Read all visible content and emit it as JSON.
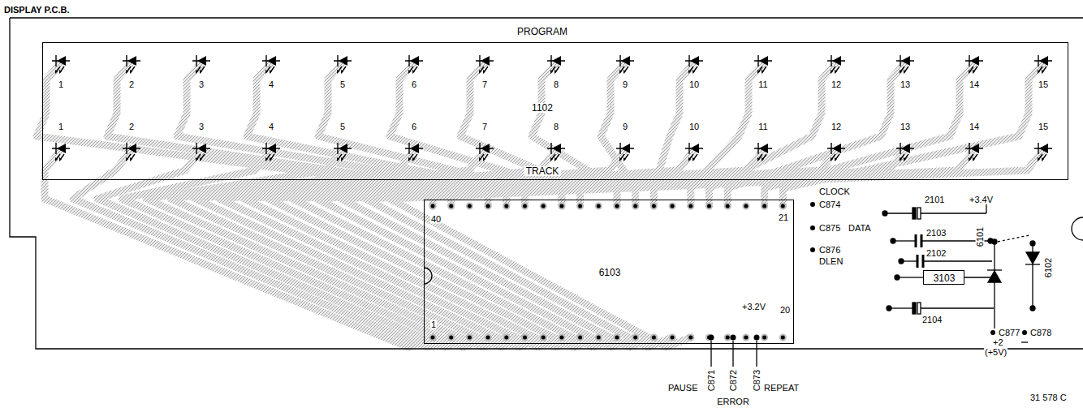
{
  "diagram": {
    "nodes": [
      {
        "text": [
          "PROGRAM",
          "1102",
          "TRACK"
        ]
      },
      {
        "text": [
          "6103"
        ]
      },
      {
        "text": [
          "3103"
        ]
      }
    ],
    "labels": [
      "DISPLAY P.C.B.",
      "1",
      "2",
      "3",
      "4",
      "5",
      "6",
      "7",
      "8",
      "9",
      "10",
      "11",
      "12",
      "13",
      "14",
      "15",
      "1",
      "2",
      "3",
      "4",
      "5",
      "6",
      "7",
      "8",
      "9",
      "10",
      "11",
      "12",
      "13",
      "14",
      "15",
      "40",
      "21",
      "1",
      "20",
      "+3.2V",
      "CLOCK",
      "C874",
      "C875",
      "DATA",
      "C876",
      "DLEN",
      "2101",
      "+3.4V",
      "2103",
      "2102",
      "6101",
      "6102",
      "2104",
      "C877",
      "C878",
      "+2",
      "(+5V)",
      "PAUSE",
      "C871",
      "C872",
      "ERROR",
      "C873",
      "REPEAT",
      "31 578 C"
    ]
  }
}
